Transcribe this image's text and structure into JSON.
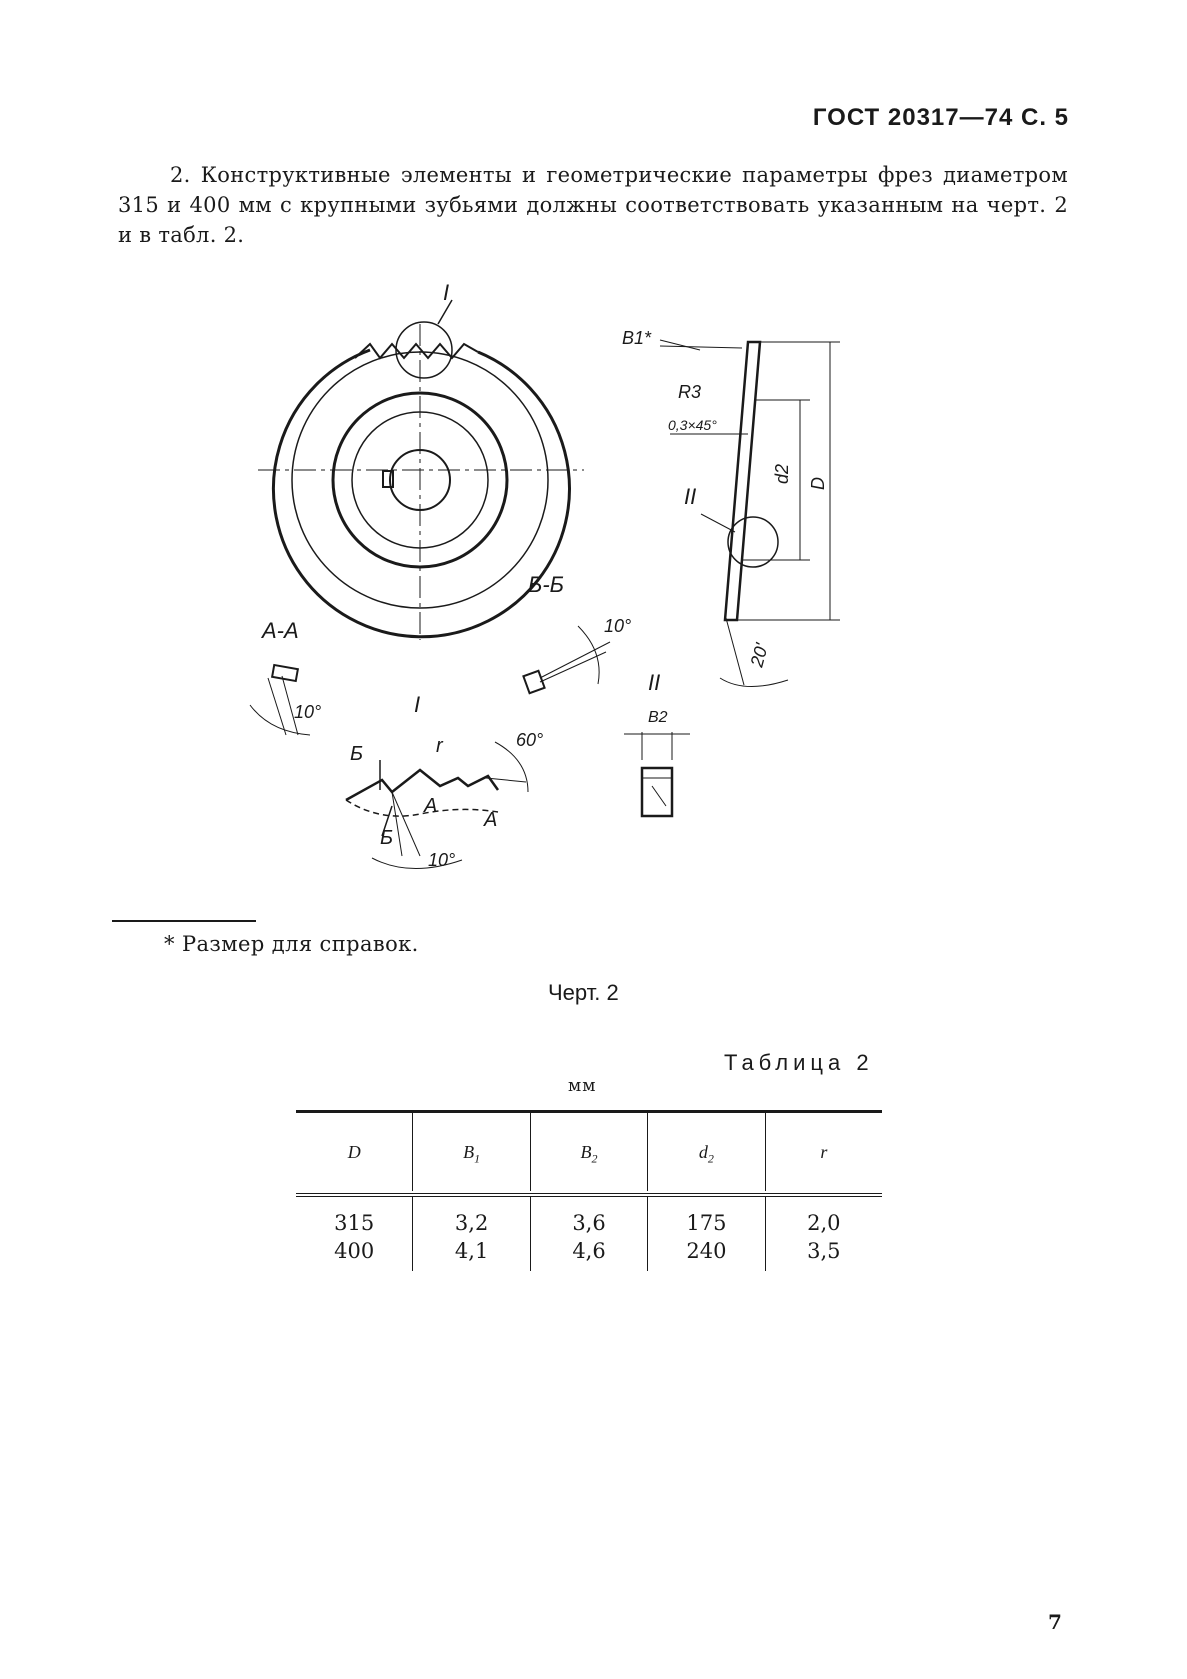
{
  "header": "ГОСТ 20317—74 С. 5",
  "paragraph": "2. Конструктивные элементы и геометрические параметры фрез диаметром 315 и 400 мм с крупными зубьями должны соответствовать указанным на черт. 2 и в табл. 2.",
  "drawing_labels": {
    "view_I": "I",
    "view_II": "II",
    "section_aa": "А-А",
    "section_bb": "Б-Б",
    "b1_star": "B1*",
    "r3": "R3",
    "chamfer": "0,3×45°",
    "d2": "d2",
    "D": "D",
    "angle_20": "20'",
    "angle_10_a": "10°",
    "angle_10_b": "10°",
    "angle_10_c": "10°",
    "angle_60": "60°",
    "r": "r",
    "letter_b_1": "Б",
    "letter_b_2": "Б",
    "letter_a_1": "А",
    "letter_a_2": "А",
    "b2": "B2"
  },
  "footnote": "* Размер для справок.",
  "figure_caption": "Черт. 2",
  "table": {
    "title": "Таблица 2",
    "units": "мм",
    "headers": [
      {
        "main": "D",
        "sub": ""
      },
      {
        "main": "B",
        "sub": "1"
      },
      {
        "main": "B",
        "sub": "2"
      },
      {
        "main": "d",
        "sub": "2"
      },
      {
        "main": "r",
        "sub": ""
      }
    ],
    "columns": [
      [
        "315",
        "400"
      ],
      [
        "3,2",
        "4,1"
      ],
      [
        "3,6",
        "4,6"
      ],
      [
        "175",
        "240"
      ],
      [
        "2,0",
        "3,5"
      ]
    ]
  },
  "page_number": "7"
}
